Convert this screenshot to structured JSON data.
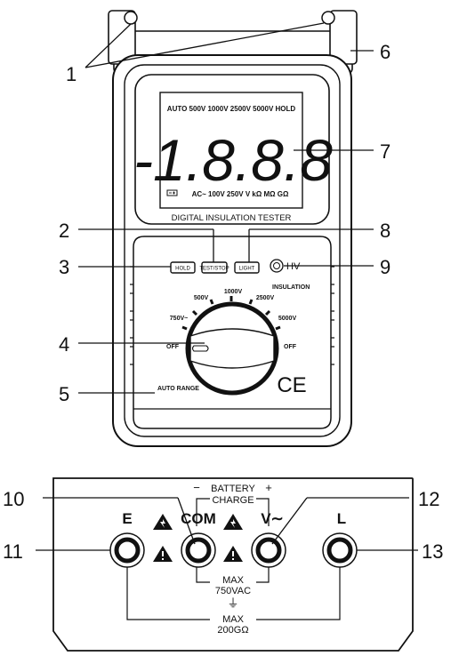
{
  "callouts": {
    "c1": "1",
    "c2": "2",
    "c3": "3",
    "c4": "4",
    "c5": "5",
    "c6": "6",
    "c7": "7",
    "c8": "8",
    "c9": "9",
    "c10": "10",
    "c11": "11",
    "c12": "12",
    "c13": "13"
  },
  "lcd": {
    "top_row": "AUTO  500V  1000V  2500V  5000V  HOLD",
    "digits": "-1.8.8.8",
    "bottom_row": "AC~  100V  250V  V  kΩ  MΩ  GΩ"
  },
  "device": {
    "name_label": "DIGITAL INSULATION TESTER",
    "buttons": {
      "hold": "HOLD",
      "test_stop": "TEST/STOP",
      "light": "LIGHT"
    },
    "hv_label": "HV",
    "insulation_label": "INSULATION",
    "dial": {
      "p1000": "1000V",
      "p500": "500V",
      "p2500": "2500V",
      "p750": "750V~",
      "p5000": "5000V",
      "off_left": "OFF",
      "off_right": "OFF"
    },
    "auto_range": "AUTO RANGE",
    "ce_mark": "CE"
  },
  "terminals": {
    "battery_charge": {
      "minus": "−",
      "battery": "BATTERY",
      "plus": "+",
      "charge": "CHARGE"
    },
    "labels": {
      "e": "E",
      "com": "COM",
      "v": "V∼",
      "l": "L"
    },
    "max_v_1": "MAX",
    "max_v_2": "750VAC",
    "ground": "⏚",
    "max_r_1": "MAX",
    "max_r_2": "200GΩ"
  }
}
